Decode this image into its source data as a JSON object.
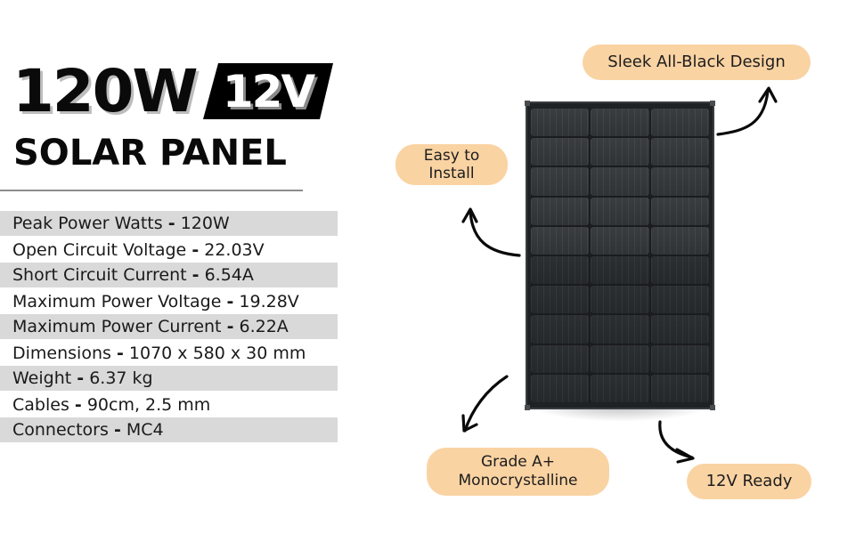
{
  "header": {
    "wattage": "120W",
    "voltage_badge": "12V",
    "subtitle": "SOLAR PANEL"
  },
  "specs": [
    {
      "label": "Peak Power Watts",
      "separator": "-",
      "value": "120W"
    },
    {
      "label": "Open Circuit Voltage",
      "separator": "-",
      "value": "22.03V"
    },
    {
      "label": "Short Circuit Current",
      "separator": "-",
      "value": "6.54A"
    },
    {
      "label": "Maximum Power Voltage",
      "separator": "-",
      "value": "19.28V"
    },
    {
      "label": "Maximum Power Current",
      "separator": "-",
      "value": "6.22A"
    },
    {
      "label": "Dimensions",
      "separator": "-",
      "value": "1070 x 580 x 30 mm"
    },
    {
      "label": "Weight",
      "separator": "-",
      "value": "6.37 kg"
    },
    {
      "label": "Cables",
      "separator": "-",
      "value": "90cm, 2.5 mm"
    },
    {
      "label": "Connectors",
      "separator": "-",
      "value": "MC4"
    }
  ],
  "features": {
    "sleek": "Sleek All-Black Design",
    "easy_line1": "Easy to",
    "easy_line2": "Install",
    "grade_line1": "Grade A+",
    "grade_line2": "Monocrystalline",
    "ready": "12V Ready"
  },
  "product_image": {
    "name": "solar-panel",
    "grid_columns": 3,
    "grid_rows": 10
  },
  "colors": {
    "pill_bg": "#fad3a3",
    "spec_band": "#d9d9d9",
    "title_text": "#0a0a0a",
    "divider": "#8c8c8c"
  }
}
